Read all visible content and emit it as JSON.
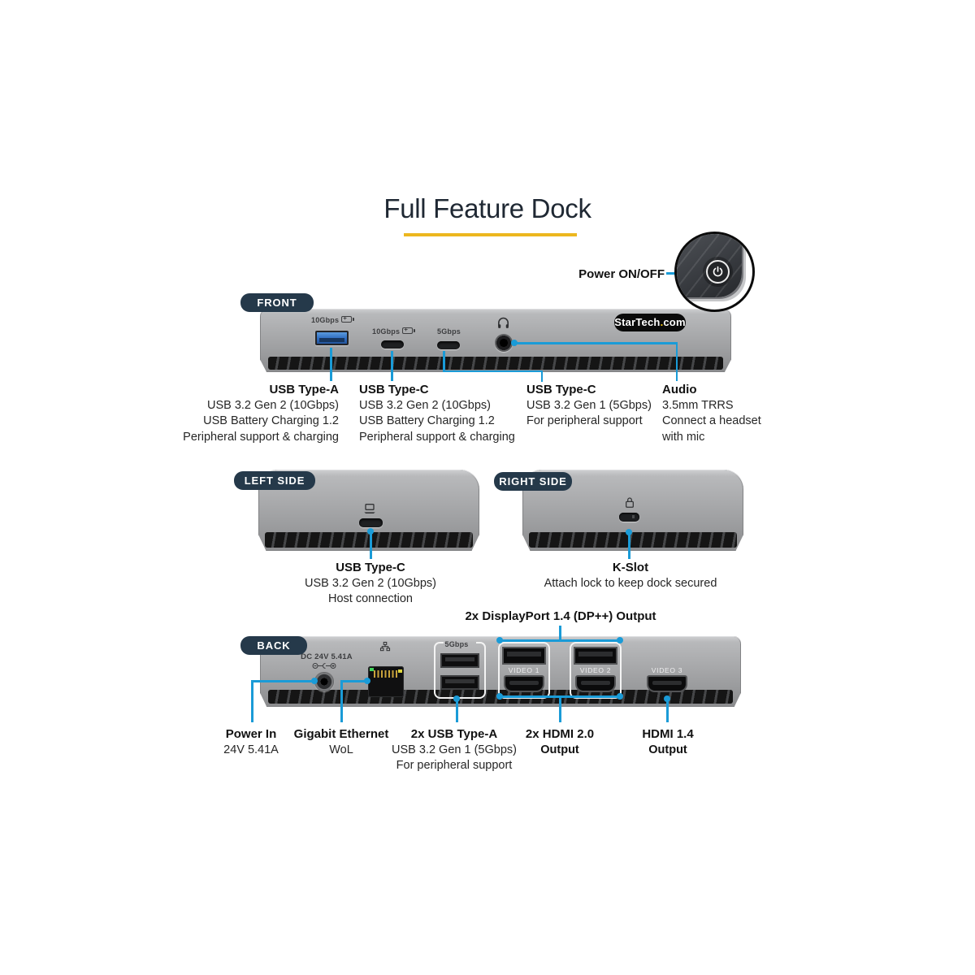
{
  "title": "Full Feature Dock",
  "colors": {
    "accent_blue": "#1a9bd7",
    "divider_yellow": "#ecb71e",
    "badge_navy": "#25394a"
  },
  "power_callout": "Power ON/OFF",
  "logo": {
    "pre": "StarTech",
    "dot": ".",
    "post": "com"
  },
  "front": {
    "badge": "FRONT",
    "prints": {
      "usba_speed": "10Gbps",
      "usbc1_speed": "10Gbps",
      "usbc2_speed": "5Gbps"
    },
    "callouts": [
      {
        "title": "USB Type-A",
        "lines": [
          "USB 3.2 Gen 2 (10Gbps)",
          "USB Battery Charging 1.2",
          "Peripheral support & charging"
        ]
      },
      {
        "title": "USB Type-C",
        "lines": [
          "USB 3.2 Gen 2 (10Gbps)",
          "USB Battery Charging 1.2",
          "Peripheral support & charging"
        ]
      },
      {
        "title": "USB Type-C",
        "lines": [
          "USB 3.2 Gen 1 (5Gbps)",
          "For peripheral support"
        ]
      },
      {
        "title": "Audio",
        "lines": [
          "3.5mm TRRS",
          "Connect a headset",
          "with mic"
        ]
      }
    ]
  },
  "left_side": {
    "badge": "LEFT SIDE",
    "callout": {
      "title": "USB Type-C",
      "lines": [
        "USB 3.2 Gen 2 (10Gbps)",
        "Host connection"
      ]
    }
  },
  "right_side": {
    "badge": "RIGHT SIDE",
    "callout": {
      "title": "K-Slot",
      "lines": [
        "Attach lock to keep dock secured"
      ]
    }
  },
  "back": {
    "badge": "BACK",
    "display_callout": "2x DisplayPort 1.4 (DP++) Output",
    "prints": {
      "dc": "DC 24V 5.41A",
      "usb_speed": "5Gbps",
      "video1": "VIDEO 1",
      "video2": "VIDEO 2",
      "video3": "VIDEO 3"
    },
    "callouts": [
      {
        "title": "Power In",
        "lines": [
          "24V 5.41A"
        ]
      },
      {
        "title": "Gigabit Ethernet",
        "lines": [
          "WoL"
        ]
      },
      {
        "title": "2x USB Type-A",
        "lines": [
          "USB 3.2 Gen 1 (5Gbps)",
          "For peripheral support"
        ]
      },
      {
        "title": "2x HDMI 2.0",
        "lines": [
          "Output"
        ]
      },
      {
        "title": "HDMI 1.4",
        "lines": [
          "Output"
        ]
      }
    ]
  }
}
